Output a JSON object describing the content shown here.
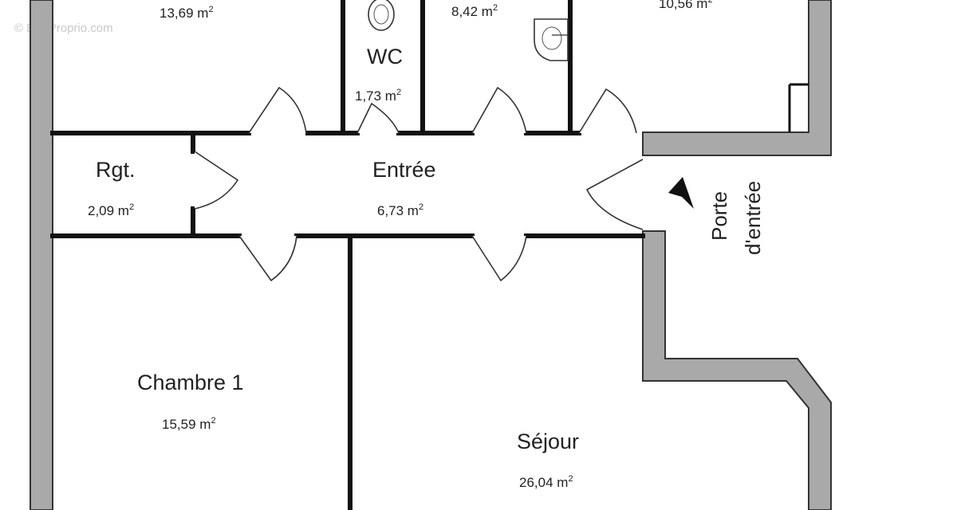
{
  "watermark": "© EtreProprio.com",
  "rooms": [
    {
      "id": "top-left",
      "name": "",
      "area_value": "13,69 m",
      "area_sup": "2"
    },
    {
      "id": "wc",
      "name": "WC",
      "area_value": "1,73 m",
      "area_sup": "2"
    },
    {
      "id": "bath",
      "name": "",
      "area_value": "8,42 m",
      "area_sup": "2"
    },
    {
      "id": "top-right",
      "name": "",
      "area_value": "10,56 m",
      "area_sup": "2"
    },
    {
      "id": "rgt",
      "name": "Rgt.",
      "area_value": "2,09 m",
      "area_sup": "2"
    },
    {
      "id": "entree",
      "name": "Entrée",
      "area_value": "6,73 m",
      "area_sup": "2"
    },
    {
      "id": "chambre1",
      "name": "Chambre 1",
      "area_value": "15,59 m",
      "area_sup": "2"
    },
    {
      "id": "sejour",
      "name": "Séjour",
      "area_value": "26,04 m",
      "area_sup": "2"
    }
  ],
  "entrance": {
    "line1": "Porte",
    "line2": "d'entrée"
  },
  "colors": {
    "wall": "#111111",
    "facade": "#a9a9a9",
    "background": "#ffffff"
  }
}
